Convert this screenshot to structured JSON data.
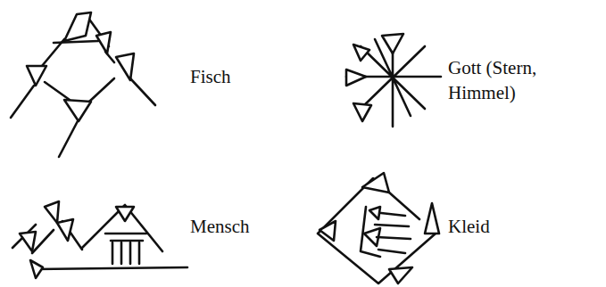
{
  "diagram": {
    "labels": [
      "Fisch",
      "Gott (Stern, Himmel)",
      "Mensch",
      "Kleid"
    ]
  }
}
